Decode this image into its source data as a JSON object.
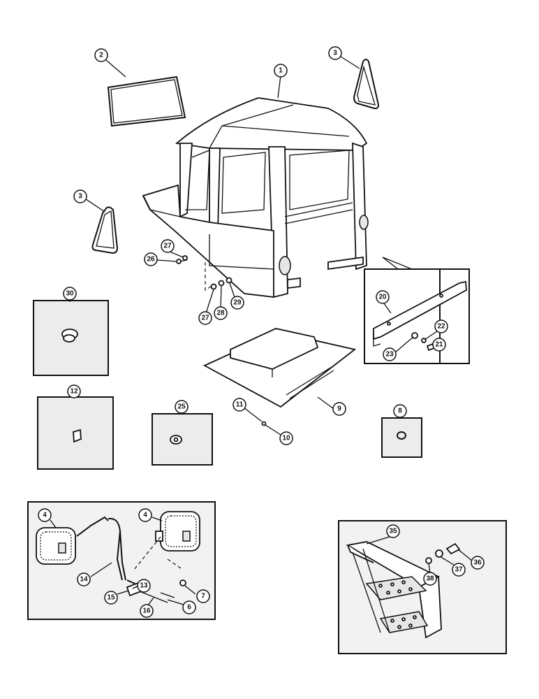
{
  "callouts": {
    "c1": "1",
    "c2": "2",
    "c3a": "3",
    "c3b": "3",
    "c4a": "4",
    "c4b": "4",
    "c6": "6",
    "c7": "7",
    "c8": "8",
    "c9": "9",
    "c10": "10",
    "c11": "11",
    "c12": "12",
    "c13": "13",
    "c14": "14",
    "c15": "15",
    "c16": "16",
    "c20": "20",
    "c21": "21",
    "c22": "22",
    "c23": "23",
    "c25": "25",
    "c26": "26",
    "c27a": "27",
    "c27b": "27",
    "c28": "28",
    "c29": "29",
    "c30": "30",
    "c35": "35",
    "c36": "36",
    "c37": "37",
    "c38": "38"
  }
}
